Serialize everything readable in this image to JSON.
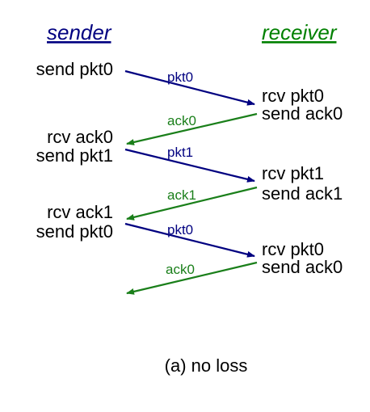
{
  "headers": {
    "sender": "sender",
    "receiver": "receiver"
  },
  "sender_events": [
    "send pkt0",
    "rcv ack0",
    "send pkt1",
    "rcv ack1",
    "send pkt0"
  ],
  "receiver_events": [
    "rcv pkt0",
    "send ack0",
    "rcv pkt1",
    "send ack1",
    "rcv pkt0",
    "send ack0"
  ],
  "messages": [
    "pkt0",
    "ack0",
    "pkt1",
    "ack1",
    "pkt0",
    "ack0"
  ],
  "caption": "(a) no loss",
  "colors": {
    "sender": "#000080",
    "receiver": "#008000",
    "packet": "#000080",
    "ack": "#1a7f1a",
    "text": "#000000"
  }
}
